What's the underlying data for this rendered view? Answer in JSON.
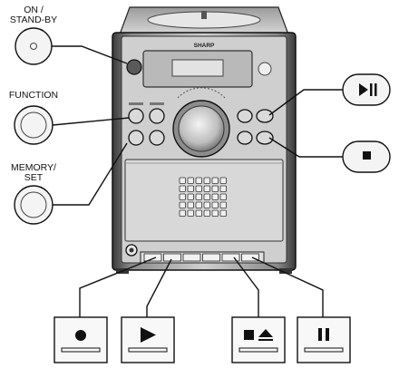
{
  "labels": {
    "on_standby": [
      "ON /",
      "STAND-BY"
    ],
    "function": "FUNCTION",
    "memory_set": [
      "MEMORY/",
      "SET"
    ]
  },
  "unit": {
    "brand": "SHARP"
  },
  "icons": {
    "play_pause": "play-pause-icon",
    "stop": "stop-icon",
    "record": "record-icon",
    "play": "play-icon",
    "stop_eject": "stop-eject-icon",
    "pause": "pause-icon"
  },
  "colors": {
    "line": "#111111",
    "unit_face": "#c8c8c8",
    "unit_dark": "#4a4a4a",
    "panel": "#dcdcdc",
    "background": "#ffffff"
  }
}
